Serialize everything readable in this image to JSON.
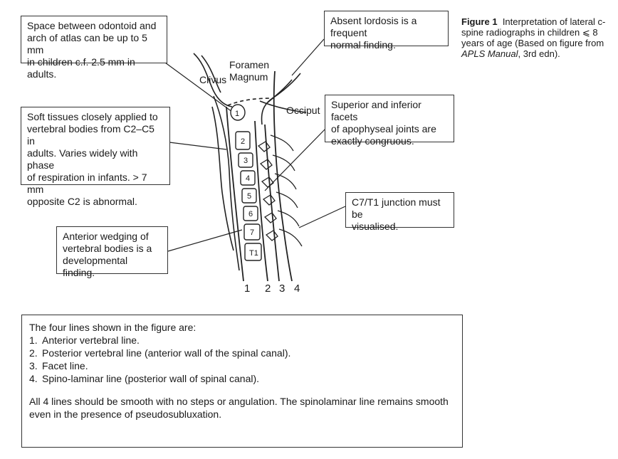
{
  "callouts": {
    "odontoid": "Space between odontoid and\narch of atlas can be up to 5 mm\nin children c.f. 2.5 mm in adults.",
    "soft_tissues": "Soft tissues closely applied to\nvertebral bodies from C2–C5 in\nadults. Varies widely with phase\nof respiration in infants. > 7 mm\nopposite C2 is abnormal.",
    "wedging": "Anterior wedging of\nvertebral bodies is a\ndevelopmental finding.",
    "lordosis": "Absent lordosis is a frequent\nnormal finding.",
    "facets": "Superior and inferior facets\nof apophyseal joints are\nexactly congruous.",
    "junction": "C7/T1 junction must be\nvisualised."
  },
  "caption": {
    "label": "Figure 1",
    "text_before": "Interpretation of lateral c-spine radiographs in children ⩽ 8 years of age (Based on figure from ",
    "text_italic": "APLS Manual",
    "text_after": ", 3rd edn)."
  },
  "diagram_labels": {
    "clivus": "Clivus",
    "foramen": "Foramen",
    "magnum": "Magnum",
    "occiput": "Occiput",
    "vertebrae": [
      "1",
      "2",
      "3",
      "4",
      "5",
      "6",
      "7",
      "T1"
    ],
    "line_numbers": [
      "1",
      "2",
      "3",
      "4"
    ]
  },
  "notes": {
    "intro": "The four lines shown in the figure are:",
    "items": [
      {
        "num": "1.",
        "text": "Anterior vertebral line."
      },
      {
        "num": "2.",
        "text": "Posterior vertebral line (anterior wall of the spinal canal)."
      },
      {
        "num": "3.",
        "text": "Facet line."
      },
      {
        "num": "4.",
        "text": "Spino-laminar line (posterior wall of spinal canal)."
      }
    ],
    "summary": "All 4 lines should be smooth with no steps or angulation. The spinolaminar line remains smooth even in the presence of pseudosubluxation."
  }
}
